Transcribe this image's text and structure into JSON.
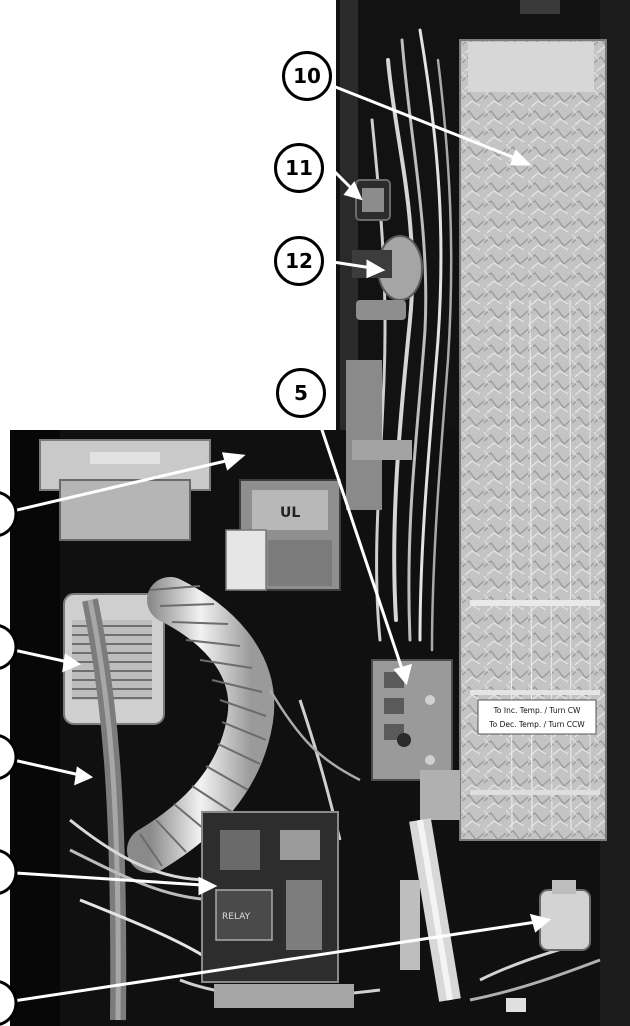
{
  "callouts": [
    {
      "id": "callout-10",
      "label": "10"
    },
    {
      "id": "callout-11",
      "label": "11"
    },
    {
      "id": "callout-12",
      "label": "12"
    },
    {
      "id": "callout-5",
      "label": "5"
    }
  ],
  "label_plate": {
    "line1": "To Inc. Temp. / Turn CW",
    "line2": "To Dec. Temp. / Turn CCW"
  },
  "component_text": {
    "transformer_mark": "UL",
    "relay_board_mark": "RELAY"
  },
  "colors": {
    "callout_fill": "#ffffff",
    "callout_stroke": "#000000",
    "leader_line": "#ffffff",
    "cabinet": "#0e0e0e",
    "foil_panel": "#c8c8c8"
  }
}
